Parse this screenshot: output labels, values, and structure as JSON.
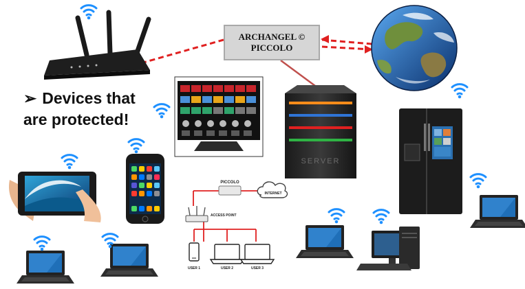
{
  "caption": {
    "bullet": "➢",
    "line1": "Devices that",
    "line2": "are protected!"
  },
  "hub": {
    "line1": "ARCHANGEL ©",
    "line2": "PICCOLO"
  },
  "server_panel_text": "SERVER",
  "network_diagram": {
    "piccolo_label": "PICCOLO",
    "internet_label": "INTERNET",
    "access_point_label": "ACCESS POINT",
    "user1_label": "USER 1",
    "user2_label": "USER 2",
    "user3_label": "USER 3"
  },
  "colors": {
    "link_red": "#e02020",
    "server_link": "#c0504d",
    "wifi_blue": "#1e90ff",
    "hub_fill": "#d6d6d6"
  },
  "icons": [
    "wifi-icon",
    "router-icon",
    "globe-icon",
    "tv-icon",
    "server-icon",
    "fridge-icon",
    "tablet-icon",
    "smartphone-icon",
    "laptop-icon",
    "desktop-icon",
    "cloud-icon"
  ]
}
